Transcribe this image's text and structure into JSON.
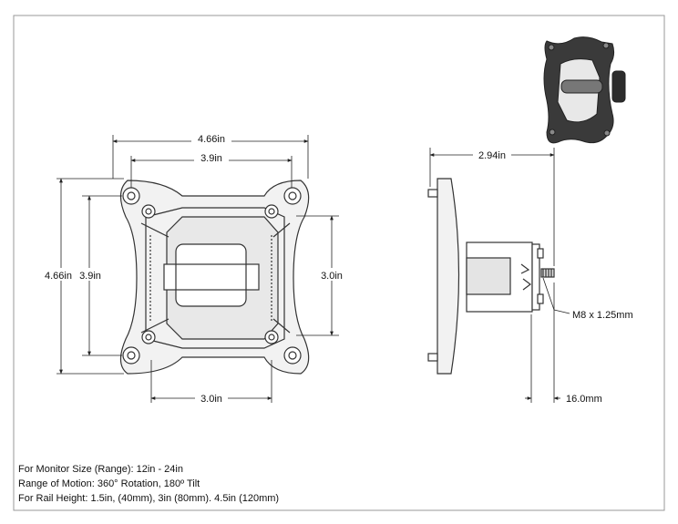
{
  "front_view": {
    "overall_width": "4.66in",
    "hole_spacing_width": "3.9in",
    "overall_height": "4.66in",
    "hole_spacing_height": "3.9in",
    "right_height": "3.0in",
    "bottom_width": "3.0in"
  },
  "side_view": {
    "depth": "2.94in",
    "thread": "M8 x 1.25mm",
    "stud_length": "16.0mm"
  },
  "specs": [
    "For Monitor Size (Range): 12in - 24in",
    "Range of Motion: 360° Rotation, 180º Tilt",
    "For Rail Height: 1.5in, (40mm), 3in (80mm). 4.5in (120mm)"
  ],
  "colors": {
    "line": "#333333",
    "fill": "#f2f2f2",
    "frame": "#999999"
  }
}
